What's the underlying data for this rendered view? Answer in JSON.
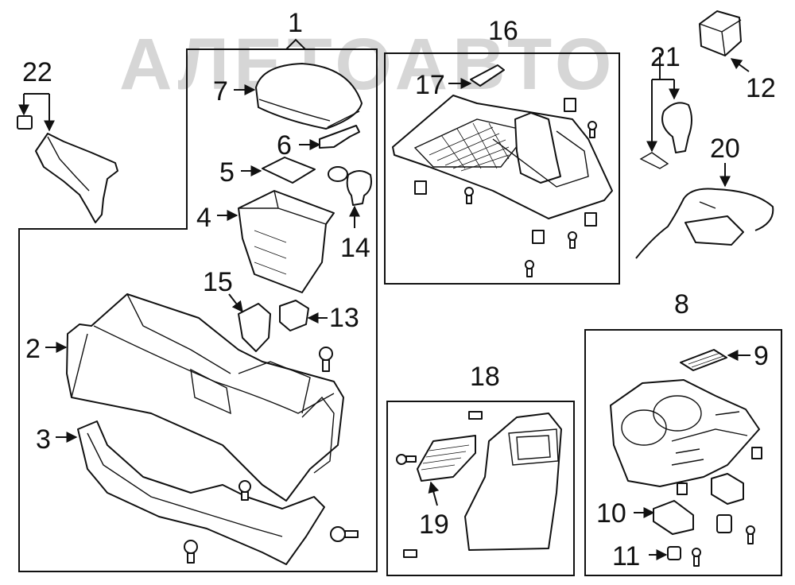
{
  "watermark": "АЛЕТОАВТО",
  "callouts": {
    "c1": "1",
    "c2": "2",
    "c3": "3",
    "c4": "4",
    "c5": "5",
    "c6": "6",
    "c7": "7",
    "c8": "8",
    "c9": "9",
    "c10": "10",
    "c11": "11",
    "c12": "12",
    "c13": "13",
    "c14": "14",
    "c15": "15",
    "c16": "16",
    "c17": "17",
    "c18": "18",
    "c19": "19",
    "c20": "20",
    "c21": "21",
    "c22": "22"
  }
}
